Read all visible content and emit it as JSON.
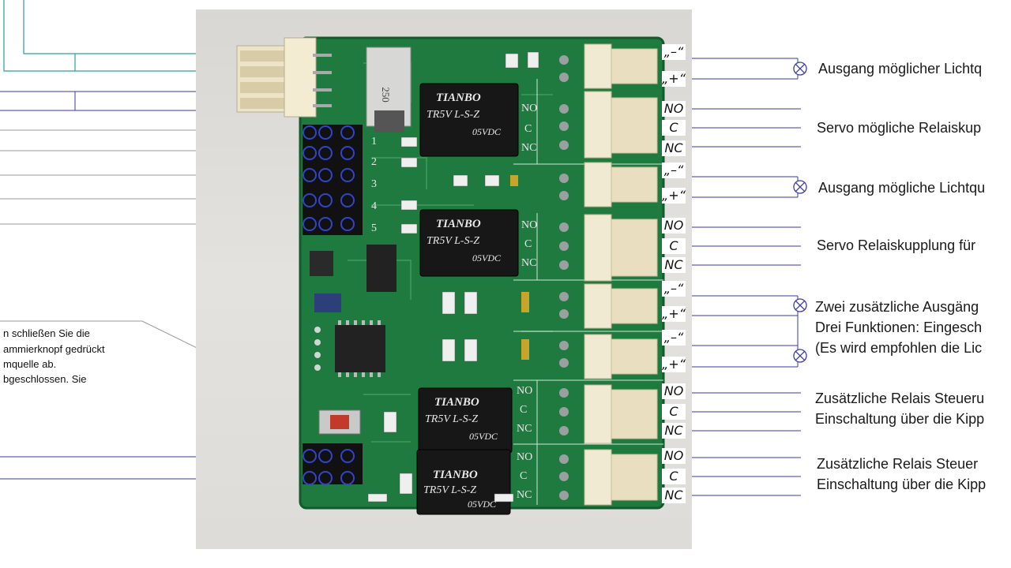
{
  "notes": [
    "n schließen Sie die",
    "ammierknopf gedrückt",
    "mquelle ab.",
    "bgeschlossen. Sie"
  ],
  "labels": [
    "Ausgang möglicher Lichtq",
    "Servo mögliche Relaiskup",
    "Ausgang mögliche Lichtqu",
    "Servo Relaiskupplung für",
    "Zwei zusätzliche Ausgäng",
    "Drei Funktionen: Eingesch",
    "(Es wird empfohlen die Lic",
    "Zusätzliche Relais Steueru",
    "Einschaltung über die Kipp",
    "Zusätzliche Relais Steuer",
    "Einschaltung über die Kipp"
  ],
  "tags": [
    "„–“",
    "„+“",
    "NO",
    "C",
    "NC",
    "„–“",
    "„+“",
    "NO",
    "C",
    "NC",
    "„–“",
    "„+“",
    "„–“",
    "„+“",
    "NO",
    "C",
    "NC",
    "NO",
    "C",
    "NC"
  ],
  "relay": {
    "brand": "TIANBO",
    "model": "TR5V L-S-Z",
    "voltage": "05VDC"
  },
  "board": {
    "contacts": [
      "NO",
      "C",
      "NC"
    ],
    "numbers": [
      "1",
      "2",
      "3",
      "4",
      "5"
    ],
    "inductor_text": "250"
  },
  "colors": {
    "pcb": "#1f7a3f",
    "leader_teal": "#2aa198",
    "leader_blue": "#3a3aa8",
    "leader_gray": "#888888"
  }
}
